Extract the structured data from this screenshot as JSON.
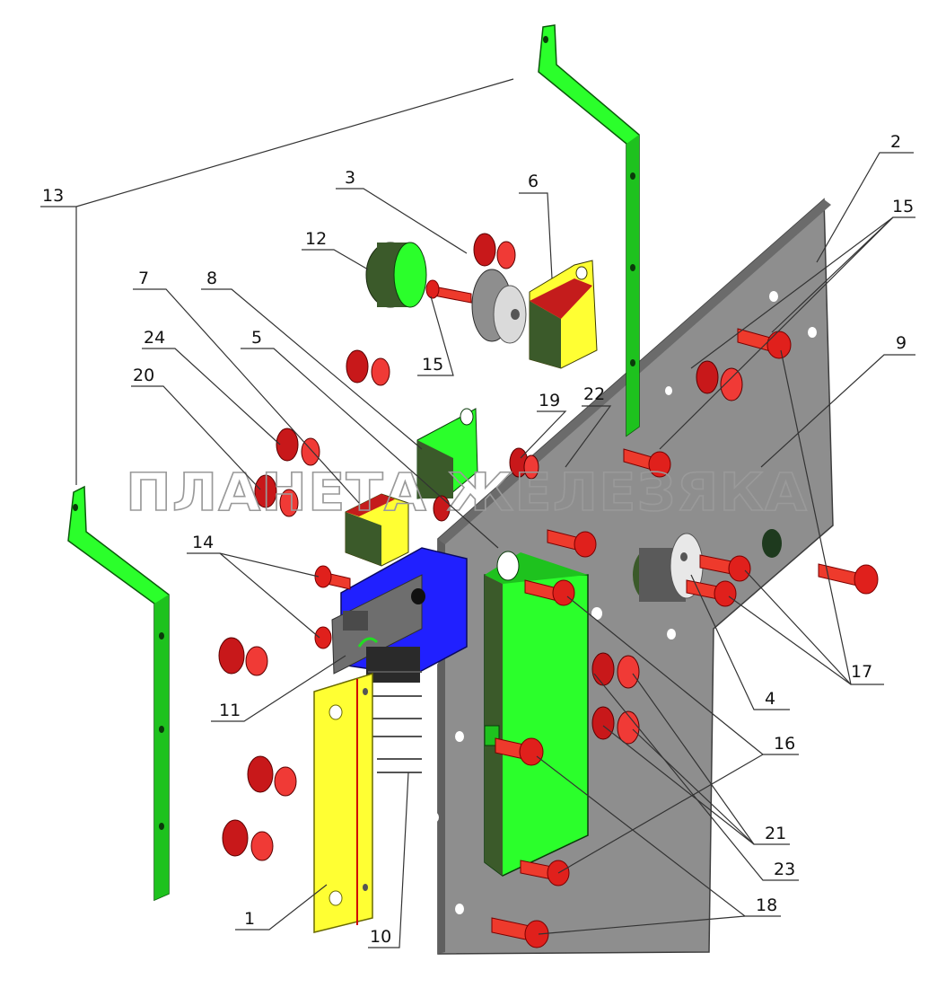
{
  "watermark": "ПЛАНЕТА ЖЕЛЕЗЯКА",
  "colors": {
    "bracket_green": "#2bff2b",
    "plate_gray": "#8e8e8e",
    "bolt_red": "#e0201c",
    "yellow_part": "#ffff33",
    "olive_part": "#3b5a2a",
    "blue_part": "#2020ff"
  },
  "callouts": [
    {
      "id": "1",
      "label": "1"
    },
    {
      "id": "2",
      "label": "2"
    },
    {
      "id": "3",
      "label": "3"
    },
    {
      "id": "4",
      "label": "4"
    },
    {
      "id": "5",
      "label": "5"
    },
    {
      "id": "6",
      "label": "6"
    },
    {
      "id": "7",
      "label": "7"
    },
    {
      "id": "8",
      "label": "8"
    },
    {
      "id": "9",
      "label": "9"
    },
    {
      "id": "10",
      "label": "10"
    },
    {
      "id": "11",
      "label": "11"
    },
    {
      "id": "12",
      "label": "12"
    },
    {
      "id": "13",
      "label": "13"
    },
    {
      "id": "14",
      "label": "14"
    },
    {
      "id": "15a",
      "label": "15"
    },
    {
      "id": "15b",
      "label": "15"
    },
    {
      "id": "16",
      "label": "16"
    },
    {
      "id": "17",
      "label": "17"
    },
    {
      "id": "18",
      "label": "18"
    },
    {
      "id": "19",
      "label": "19"
    },
    {
      "id": "20",
      "label": "20"
    },
    {
      "id": "21",
      "label": "21"
    },
    {
      "id": "22",
      "label": "22"
    },
    {
      "id": "23",
      "label": "23"
    },
    {
      "id": "24",
      "label": "24"
    }
  ]
}
